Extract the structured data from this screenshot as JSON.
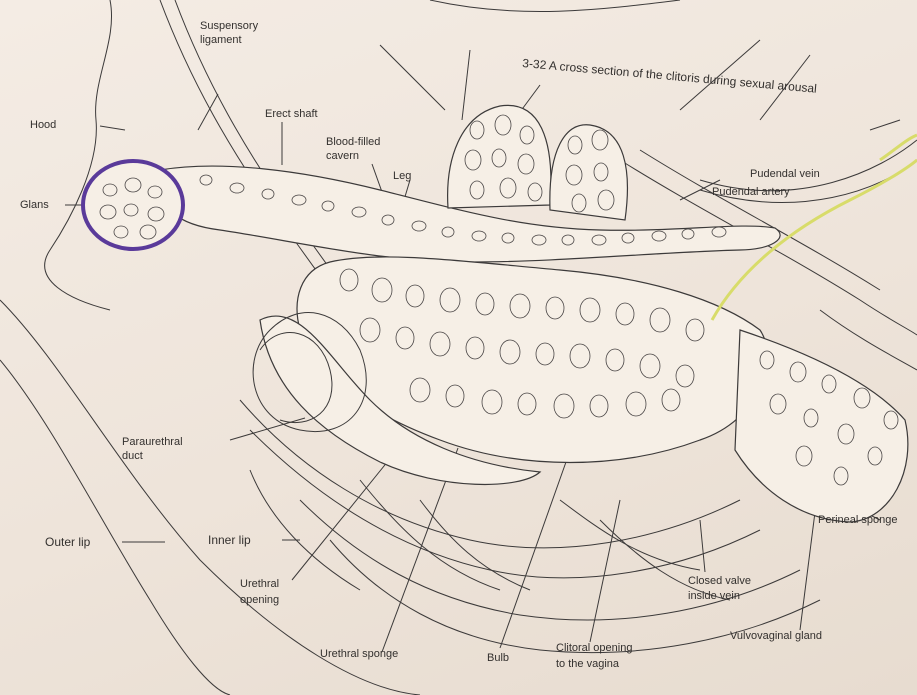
{
  "figure": {
    "caption": "3-32   A cross section of the clitoris during sexual arousal"
  },
  "labels": {
    "suspensory_ligament_1": "Suspensory",
    "suspensory_ligament_2": "ligament",
    "hood": "Hood",
    "erect_shaft": "Erect shaft",
    "blood_filled_cavern_1": "Blood-filled",
    "blood_filled_cavern_2": "cavern",
    "leg": "Leg",
    "glans": "Glans",
    "pudendal_vein": "Pudendal vein",
    "pudendal_artery": "Pudendal artery",
    "paraurethral_duct_1": "Paraurethral",
    "paraurethral_duct_2": "duct",
    "outer_lip": "Outer lip",
    "inner_lip": "Inner lip",
    "urethral_opening_1": "Urethral",
    "urethral_opening_2": "opening",
    "urethral_sponge": "Urethral sponge",
    "bulb": "Bulb",
    "clitoral_opening_1": "Clitoral opening",
    "clitoral_opening_2": "to the vagina",
    "closed_valve_1": "Closed valve",
    "closed_valve_2": "inside vein",
    "vulvovaginal_gland": "Vulvovaginal gland",
    "perineal_sponge": "Perineal sponge"
  },
  "colors": {
    "ink": "#3c3a3a",
    "glans_outline": "#5a3a9a",
    "vessel_highlight": "#d8dc6a"
  }
}
